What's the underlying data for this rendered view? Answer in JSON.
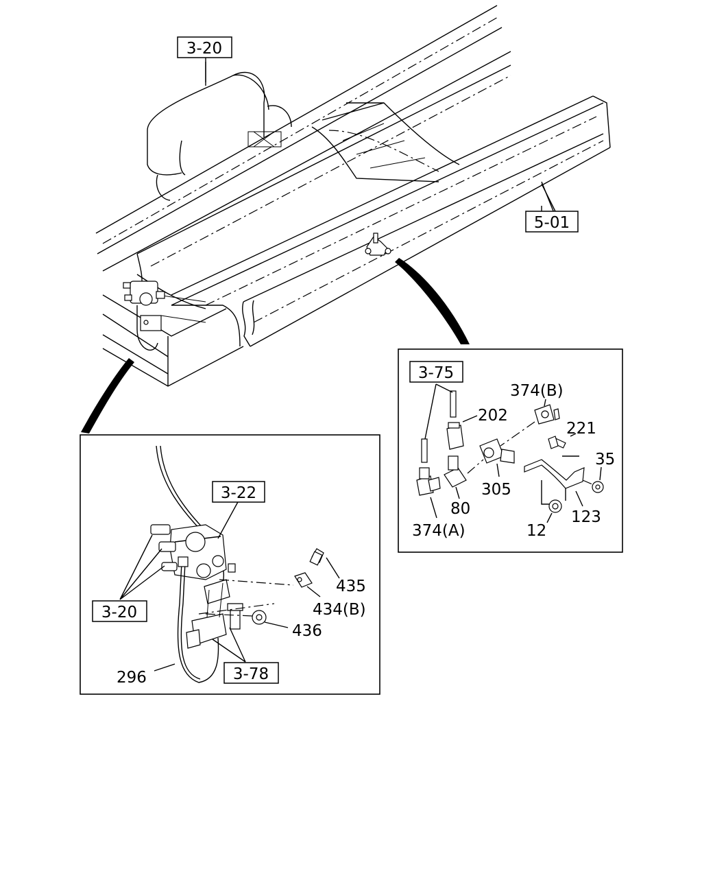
{
  "refs": {
    "r320_top": "3-20",
    "r501": "5-01",
    "r322": "3-22",
    "r320_left": "3-20",
    "r378": "3-78",
    "r375": "3-75"
  },
  "left_detail": {
    "p435": "435",
    "p434b": "434(B)",
    "p436": "436",
    "p296": "296"
  },
  "right_detail": {
    "p374b": "374(B)",
    "p202": "202",
    "p221": "221",
    "p35": "35",
    "p305": "305",
    "p80": "80",
    "p374a": "374(A)",
    "p12": "12",
    "p123": "123"
  }
}
